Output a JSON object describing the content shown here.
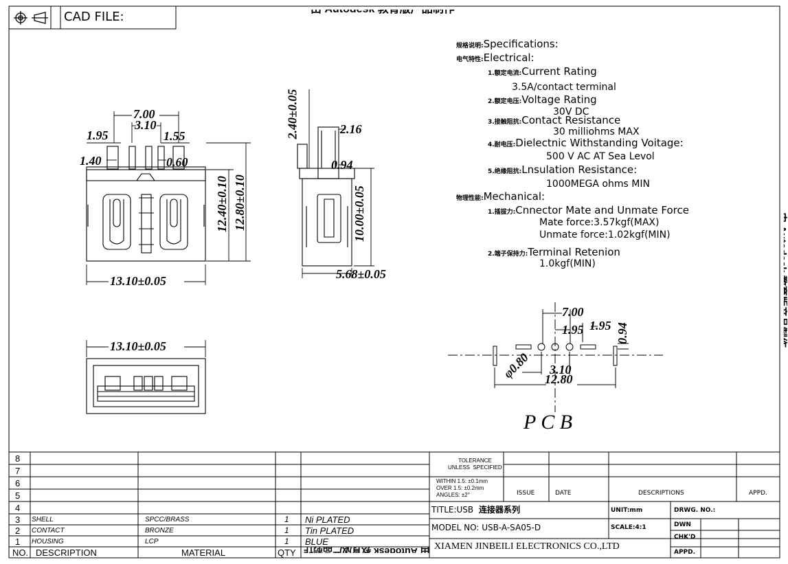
{
  "header": {
    "cad_file_label": "CAD FILE:",
    "watermark": "由 Autodesk 教育版产品制作"
  },
  "dims": {
    "front": {
      "w700": "7.00",
      "w310": "3.10",
      "w195": "1.95",
      "w155": "1.55",
      "w140": "1.40",
      "w060": "0.60",
      "h1240": "12.40±0.10",
      "h1280": "12.80±0.10",
      "w1310": "13.10±0.05"
    },
    "side": {
      "h240": "2.40±0.05",
      "w216": "2.16",
      "w094": "0.94",
      "h1000": "10.00±0.05",
      "w568": "5.68±0.05"
    },
    "bottom": {
      "w1310": "13.10±0.05"
    },
    "pcb": {
      "w700": "7.00",
      "w195a": "1.95",
      "w195b": "1.95",
      "h094": "0.94",
      "dia": "φ0.80",
      "w310": "3.10",
      "w1280": "12.80",
      "label": "P C B"
    }
  },
  "specs": [
    {
      "cn": "规格说明:",
      "en": "Specifications:"
    },
    {
      "cn": "电气特性:",
      "en": "Electrical:"
    },
    {
      "cn": "1.额定电流:",
      "en": "Current  Rating"
    },
    {
      "cn": "",
      "en": "3.5A/contact  terminal"
    },
    {
      "cn": "2.额定电压:",
      "en": "Voltage  Rating"
    },
    {
      "cn": "",
      "en": "30V  DC"
    },
    {
      "cn": "3.接触阻抗:",
      "en": "Contact  Resistance"
    },
    {
      "cn": "",
      "en": "30  milliohms  MAX"
    },
    {
      "cn": "4.耐电压:",
      "en": "Dielectnic  Withstanding  Voitage:"
    },
    {
      "cn": "",
      "en": "500  V  AC  AT  Sea  Levol"
    },
    {
      "cn": "5.绝缘阻抗:",
      "en": "Lnsulation  Resistance:"
    },
    {
      "cn": "",
      "en": "1000MEGA  ohms  MIN"
    },
    {
      "cn": "物理性能:",
      "en": "Mechanical:"
    },
    {
      "cn": "1.插拔力:",
      "en": "Cnnector  Mate  and  Unmate  Force"
    },
    {
      "cn": "",
      "en": "Mate  force:3.57kgf(MAX)"
    },
    {
      "cn": "",
      "en": "Unmate  force:1.02kgf(MIN)"
    },
    {
      "cn": "2.端子保持力:",
      "en": "Terminal  Retenion"
    },
    {
      "cn": "",
      "en": "1.0kgf(MIN)"
    }
  ],
  "bom": {
    "rows": [
      {
        "no": "8",
        "desc": "",
        "material": "",
        "qty": "",
        "finish": ""
      },
      {
        "no": "7",
        "desc": "",
        "material": "",
        "qty": "",
        "finish": ""
      },
      {
        "no": "6",
        "desc": "",
        "material": "",
        "qty": "",
        "finish": ""
      },
      {
        "no": "5",
        "desc": "",
        "material": "",
        "qty": "",
        "finish": ""
      },
      {
        "no": "4",
        "desc": "",
        "material": "",
        "qty": "",
        "finish": ""
      },
      {
        "no": "3",
        "desc": "SHELL",
        "material": "SPCC/BRASS",
        "qty": "1",
        "finish": "Ni  PLATED"
      },
      {
        "no": "2",
        "desc": "CONTACT",
        "material": "BRONZE",
        "qty": "1",
        "finish": "Tin  PLATED"
      },
      {
        "no": "1",
        "desc": "HOUSING",
        "material": "LCP",
        "qty": "1",
        "finish": "BLUE"
      }
    ],
    "header": {
      "no": "NO.",
      "desc": "DESCRIPTION",
      "material": "MATERIAL",
      "qty": "QTY"
    }
  },
  "titleblock": {
    "tolerance_title": "TOLERANCE\nUNLESS  SPECIFIED",
    "within": "WITHIN  1.5: ±0.1mm",
    "over": "OVER  1.5:  ±0.2mm",
    "angles": "ANGLES: ±2°",
    "issue": "ISSUE",
    "date": "DATE",
    "descriptions": "DESCRIPTIONS",
    "appd": "APPD.",
    "title_prefix": "TITLE:USB",
    "title_cn": "连接器系列",
    "model": "MODEL NO: USB-A-SA05-D",
    "unit": "UNIT:mm",
    "scale": "SCALE:4:1",
    "drwg_no": "DRWG. NO.:",
    "dwn": "DWN",
    "chkd": "CHK'D",
    "appd2": "APPD.",
    "company": "XIAMEN  JINBEILI ELECTRONICS CO.,LTD",
    "watermark_flip": "由 Autodesk 教育版产品制作"
  }
}
